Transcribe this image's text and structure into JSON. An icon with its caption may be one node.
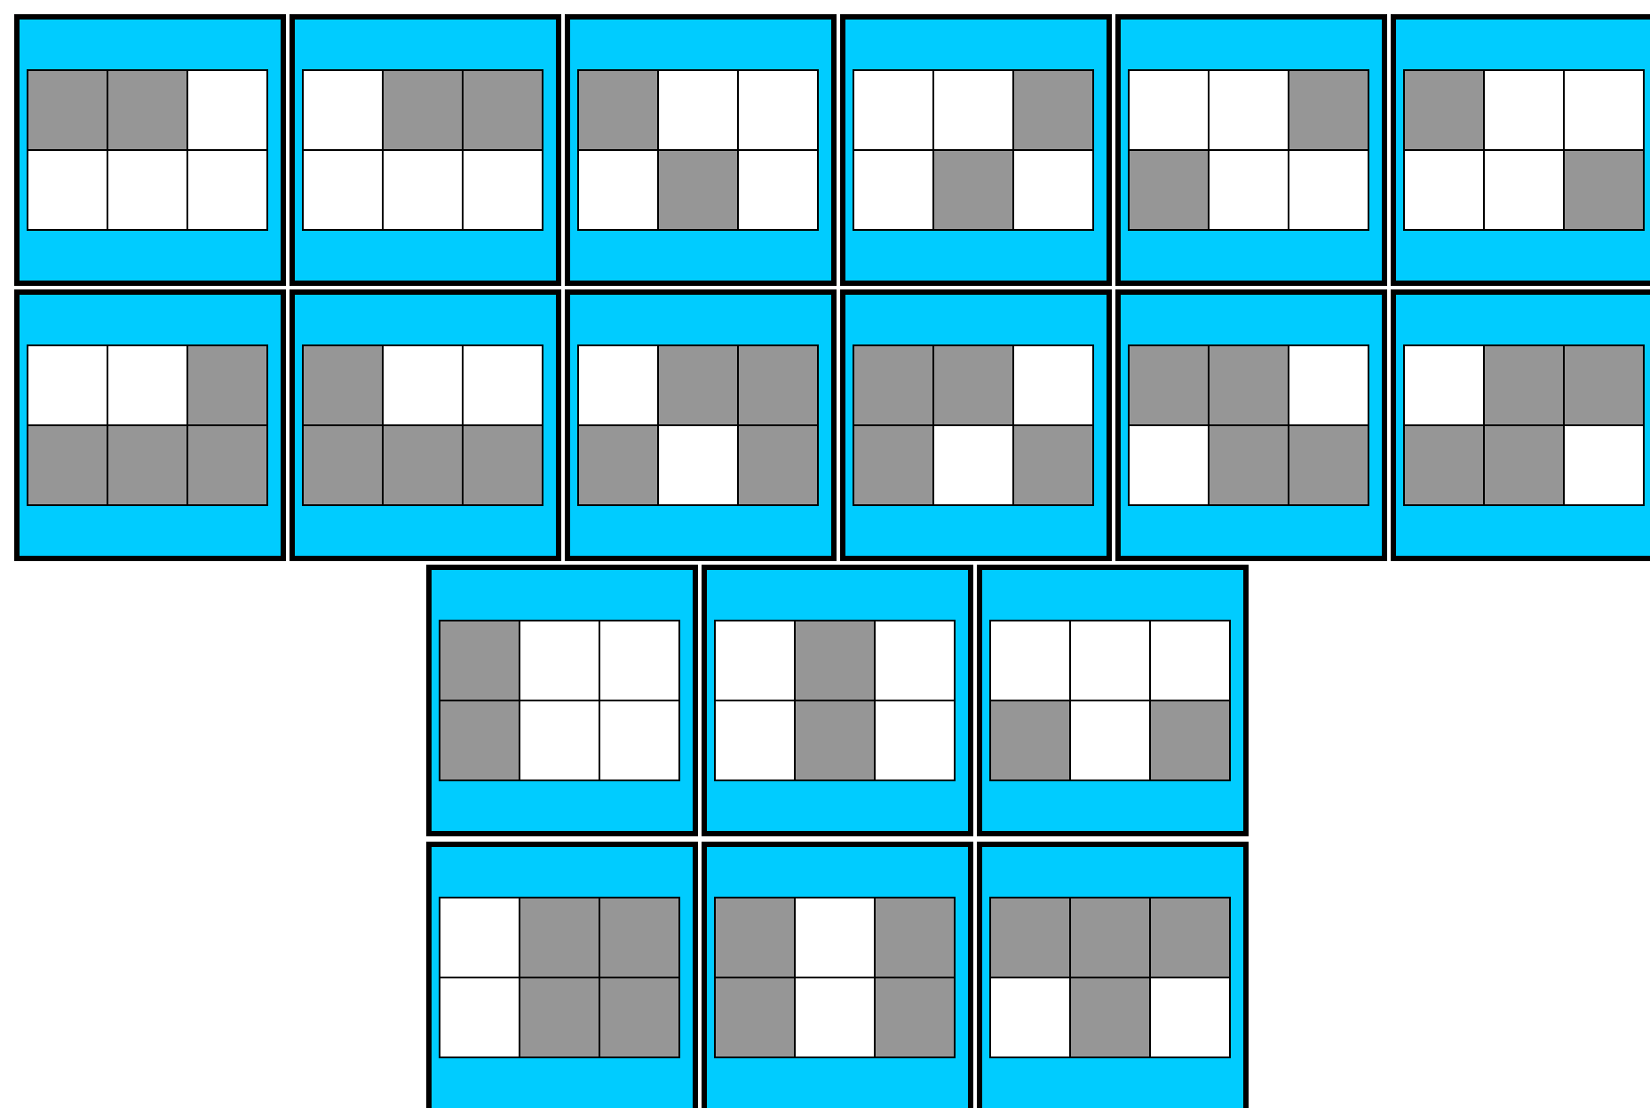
{
  "diagram": {
    "nodes": [
      {
        "text": [],
        "shape": "box"
      },
      {
        "text": [],
        "shape": "box"
      },
      {
        "text": [],
        "shape": "box"
      },
      {
        "text": [],
        "shape": "box"
      },
      {
        "text": [],
        "shape": "box"
      },
      {
        "text": [],
        "shape": "box"
      },
      {
        "text": [],
        "shape": "box"
      },
      {
        "text": [],
        "shape": "box"
      },
      {
        "text": [],
        "shape": "box"
      },
      {
        "text": [],
        "shape": "box"
      },
      {
        "text": [],
        "shape": "box"
      },
      {
        "text": [],
        "shape": "box"
      },
      {
        "text": [],
        "shape": "box"
      },
      {
        "text": [],
        "shape": "box"
      },
      {
        "text": [],
        "shape": "box"
      },
      {
        "text": [],
        "shape": "box"
      },
      {
        "text": [],
        "shape": "box"
      },
      {
        "text": [],
        "shape": "box"
      },
      {
        "text": [],
        "shape": "box",
        "in": 0
      },
      {
        "text": [],
        "shape": "box",
        "in": 0
      },
      {
        "text": [],
        "shape": "box",
        "in": 0
      },
      {
        "text": [],
        "shape": "box",
        "in": 0
      },
      {
        "text": [],
        "shape": "box",
        "in": 0
      },
      {
        "text": [],
        "shape": "box",
        "in": 0
      },
      {
        "text": [],
        "shape": "box",
        "in": 1
      },
      {
        "text": [],
        "shape": "box",
        "in": 1
      },
      {
        "text": [],
        "shape": "box",
        "in": 1
      },
      {
        "text": [],
        "shape": "box",
        "in": 1
      },
      {
        "text": [],
        "shape": "box",
        "in": 1
      },
      {
        "text": [],
        "shape": "box",
        "in": 1
      },
      {
        "text": [],
        "shape": "box",
        "in": 2
      },
      {
        "text": [],
        "shape": "box",
        "in": 2
      },
      {
        "text": [],
        "shape": "box",
        "in": 2
      },
      {
        "text": [],
        "shape": "box",
        "in": 2
      },
      {
        "text": [],
        "shape": "box",
        "in": 2
      },
      {
        "text": [],
        "shape": "box",
        "in": 2
      },
      {
        "text": [],
        "shape": "box",
        "in": 3
      },
      {
        "text": [],
        "shape": "box",
        "in": 3
      },
      {
        "text": [],
        "shape": "box",
        "in": 3
      },
      {
        "text": [],
        "shape": "box",
        "in": 3
      },
      {
        "text": [],
        "shape": "box",
        "in": 3
      },
      {
        "text": [],
        "shape": "box",
        "in": 3
      },
      {
        "text": [],
        "shape": "box",
        "in": 4
      },
      {
        "text": [],
        "shape": "box",
        "in": 4
      },
      {
        "text": [],
        "shape": "box",
        "in": 4
      },
      {
        "text": [],
        "shape": "box",
        "in": 4
      },
      {
        "text": [],
        "shape": "box",
        "in": 4
      },
      {
        "text": [],
        "shape": "box",
        "in": 4
      },
      {
        "text": [],
        "shape": "box",
        "in": 5
      },
      {
        "text": [],
        "shape": "box",
        "in": 5
      },
      {
        "text": [],
        "shape": "box",
        "in": 5
      },
      {
        "text": [],
        "shape": "box",
        "in": 5
      },
      {
        "text": [],
        "shape": "box",
        "in": 5
      },
      {
        "text": [],
        "shape": "box",
        "in": 5
      },
      {
        "text": [],
        "shape": "box",
        "in": 6
      },
      {
        "text": [],
        "shape": "box",
        "in": 6
      },
      {
        "text": [],
        "shape": "box",
        "in": 6
      },
      {
        "text": [],
        "shape": "box",
        "in": 6
      },
      {
        "text": [],
        "shape": "box",
        "in": 6
      },
      {
        "text": [],
        "shape": "box",
        "in": 6
      },
      {
        "text": [],
        "shape": "box",
        "in": 7
      },
      {
        "text": [],
        "shape": "box",
        "in": 7
      },
      {
        "text": [],
        "shape": "box",
        "in": 7
      },
      {
        "text": [],
        "shape": "box",
        "in": 7
      },
      {
        "text": [],
        "shape": "box",
        "in": 7
      },
      {
        "text": [],
        "shape": "box",
        "in": 7
      },
      {
        "text": [],
        "shape": "box",
        "in": 8
      },
      {
        "text": [],
        "shape": "box",
        "in": 8
      },
      {
        "text": [],
        "shape": "box",
        "in": 8
      },
      {
        "text": [],
        "shape": "box",
        "in": 8
      },
      {
        "text": [],
        "shape": "box",
        "in": 8
      },
      {
        "text": [],
        "shape": "box",
        "in": 8
      },
      {
        "text": [],
        "shape": "box",
        "in": 9
      },
      {
        "text": [],
        "shape": "box",
        "in": 9
      },
      {
        "text": [],
        "shape": "box",
        "in": 9
      },
      {
        "text": [],
        "shape": "box",
        "in": 9
      },
      {
        "text": [],
        "shape": "box",
        "in": 9
      },
      {
        "text": [],
        "shape": "box",
        "in": 9
      },
      {
        "text": [],
        "shape": "box",
        "in": 10
      },
      {
        "text": [],
        "shape": "box",
        "in": 10
      },
      {
        "text": [],
        "shape": "box",
        "in": 10
      },
      {
        "text": [],
        "shape": "box",
        "in": 10
      },
      {
        "text": [],
        "shape": "box",
        "in": 10
      },
      {
        "text": [],
        "shape": "box",
        "in": 10
      },
      {
        "text": [],
        "shape": "box",
        "in": 11
      },
      {
        "text": [],
        "shape": "box",
        "in": 11
      },
      {
        "text": [],
        "shape": "box",
        "in": 11
      },
      {
        "text": [],
        "shape": "box",
        "in": 11
      },
      {
        "text": [],
        "shape": "box",
        "in": 11
      },
      {
        "text": [],
        "shape": "box",
        "in": 11
      },
      {
        "text": [],
        "shape": "box",
        "in": 12
      },
      {
        "text": [],
        "shape": "box",
        "in": 12
      },
      {
        "text": [],
        "shape": "box",
        "in": 12
      },
      {
        "text": [],
        "shape": "box",
        "in": 12
      },
      {
        "text": [],
        "shape": "box",
        "in": 12
      },
      {
        "text": [],
        "shape": "box",
        "in": 12
      },
      {
        "text": [],
        "shape": "box",
        "in": 13
      },
      {
        "text": [],
        "shape": "box",
        "in": 13
      },
      {
        "text": [],
        "shape": "box",
        "in": 13
      },
      {
        "text": [],
        "shape": "box",
        "in": 13
      },
      {
        "text": [],
        "shape": "box",
        "in": 13
      },
      {
        "text": [],
        "shape": "box",
        "in": 13
      },
      {
        "text": [],
        "shape": "box",
        "in": 14
      },
      {
        "text": [],
        "shape": "box",
        "in": 14
      },
      {
        "text": [],
        "shape": "box",
        "in": 14
      },
      {
        "text": [],
        "shape": "box",
        "in": 14
      },
      {
        "text": [],
        "shape": "box",
        "in": 14
      },
      {
        "text": [],
        "shape": "box",
        "in": 14
      },
      {
        "text": [],
        "shape": "box",
        "in": 15
      },
      {
        "text": [],
        "shape": "box",
        "in": 15
      },
      {
        "text": [],
        "shape": "box",
        "in": 15
      },
      {
        "text": [],
        "shape": "box",
        "in": 15
      },
      {
        "text": [],
        "shape": "box",
        "in": 15
      },
      {
        "text": [],
        "shape": "box",
        "in": 15
      },
      {
        "text": [],
        "shape": "box",
        "in": 16
      },
      {
        "text": [],
        "shape": "box",
        "in": 16
      },
      {
        "text": [],
        "shape": "box",
        "in": 16
      },
      {
        "text": [],
        "shape": "box",
        "in": 16
      },
      {
        "text": [],
        "shape": "box",
        "in": 16
      },
      {
        "text": [],
        "shape": "box",
        "in": 16
      },
      {
        "text": [],
        "shape": "box",
        "in": 17
      },
      {
        "text": [],
        "shape": "box",
        "in": 17
      },
      {
        "text": [],
        "shape": "box",
        "in": 17
      },
      {
        "text": [],
        "shape": "box",
        "in": 17
      },
      {
        "text": [],
        "shape": "box",
        "in": 17
      },
      {
        "text": [],
        "shape": "box",
        "in": 17
      }
    ]
  }
}
